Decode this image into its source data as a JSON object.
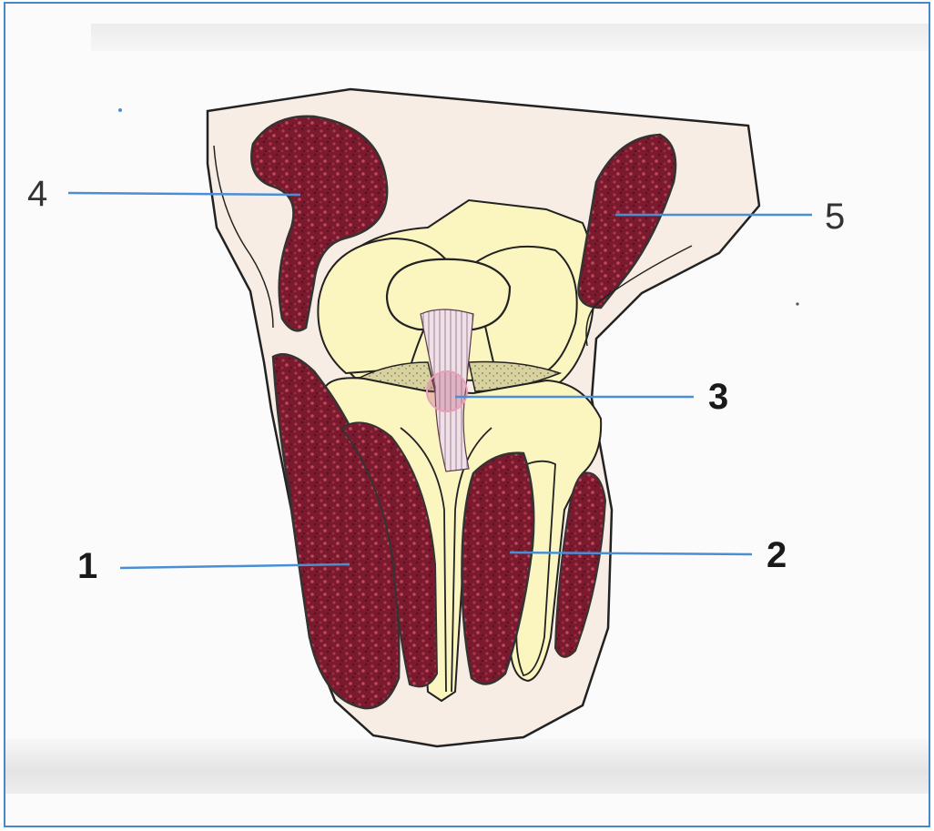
{
  "diagram": {
    "labels": {
      "label_1": "1",
      "label_2": "2",
      "label_3": "3",
      "label_4": "4",
      "label_5": "5"
    }
  },
  "colors": {
    "muscle": "#7a1a2e",
    "muscle_light": "#a8344a",
    "bone": "#fbf5c0",
    "skin": "#f7ede4",
    "leader": "#4a8fd6",
    "frame": "#4a86c8"
  }
}
